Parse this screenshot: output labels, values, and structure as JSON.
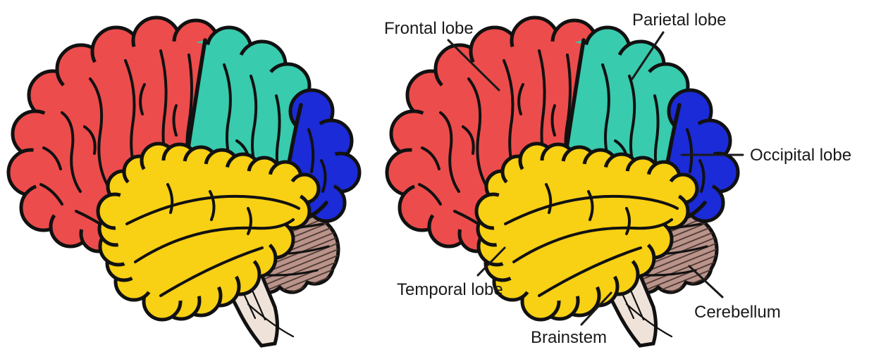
{
  "figure": {
    "title": "Human brain lateral view diagram",
    "description": "Two identical color-coded lateral views of a human brain; the right copy is annotated with leader lines naming each region",
    "panels": [
      {
        "id": "left",
        "labeled": false
      },
      {
        "id": "right",
        "labeled": true
      }
    ]
  },
  "colors": {
    "background": "#FFFFFF",
    "outline": "#111111",
    "label_text": "#1A1A1A",
    "cerebellum_stripe": "#46332C",
    "peduncle_stripe": "#9A8378"
  },
  "regions": [
    {
      "key": "frontal",
      "label": "Frontal lobe",
      "color": "#ED4C4C"
    },
    {
      "key": "parietal",
      "label": "Parietal lobe",
      "color": "#38CBAE"
    },
    {
      "key": "occipital",
      "label": "Occipital lobe",
      "color": "#1B2BD8"
    },
    {
      "key": "temporal",
      "label": "Temporal lobe",
      "color": "#F8D014"
    },
    {
      "key": "cerebellum",
      "label": "Cerebellum",
      "color": "#BA948B"
    },
    {
      "key": "brainstem",
      "label": "Brainstem",
      "color": "#EFE3D9"
    }
  ]
}
